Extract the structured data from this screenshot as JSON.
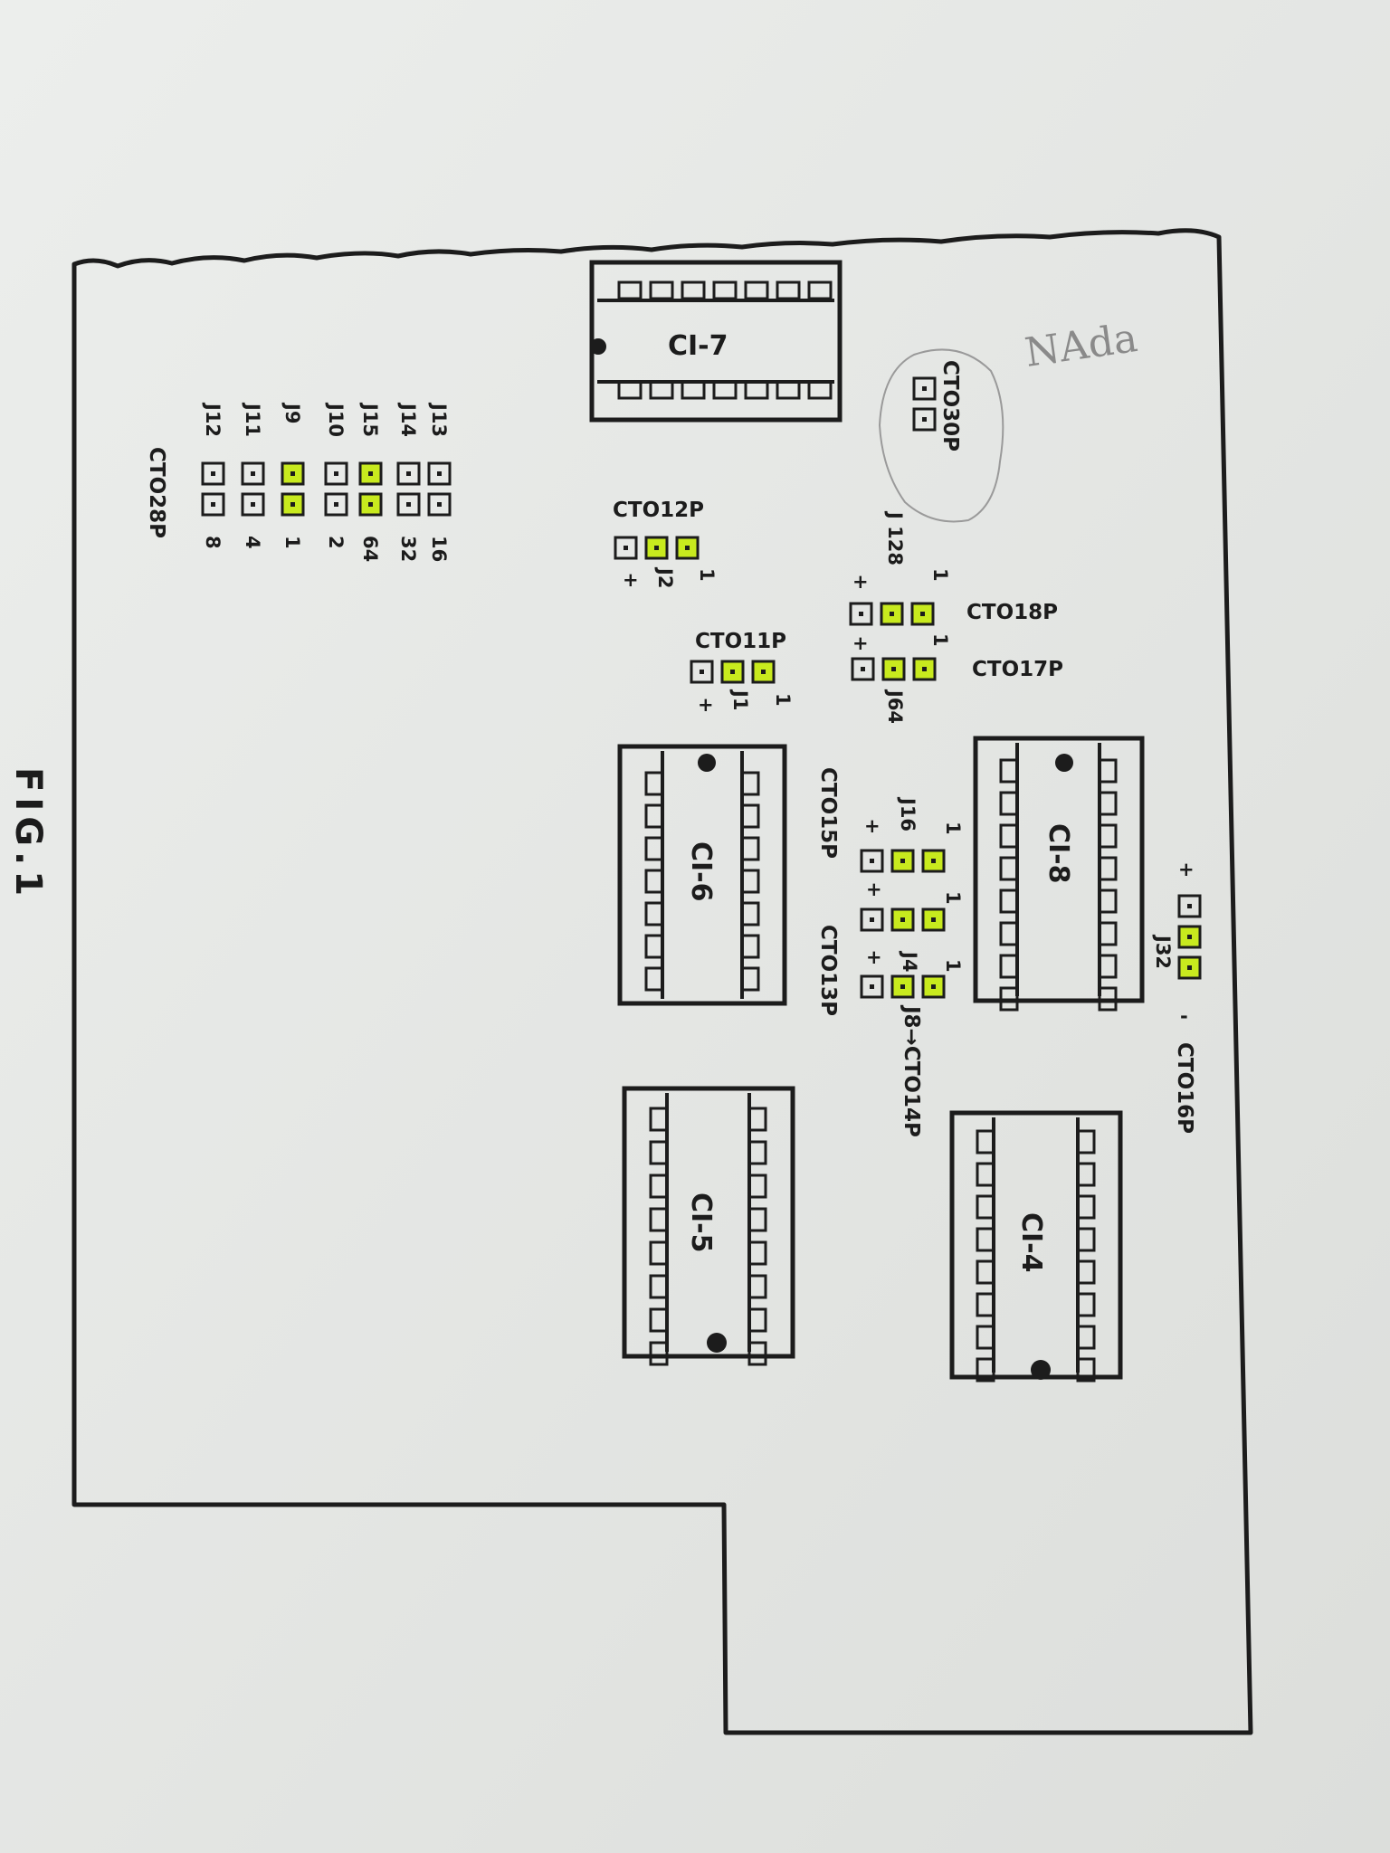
{
  "figure": {
    "label": "FIG.1",
    "note": "NAda"
  },
  "colors": {
    "paper": "#e7e8e6",
    "ink": "#1c1c1c",
    "highlight": "#c8ea1e",
    "pencil": "#8a8a8a"
  },
  "ics": [
    {
      "id": "ci7",
      "label": "CI-7"
    },
    {
      "id": "ci6",
      "label": "CI-6"
    },
    {
      "id": "ci5",
      "label": "CI-5"
    },
    {
      "id": "ci8",
      "label": "CI-8"
    },
    {
      "id": "ci4",
      "label": "CI-4"
    }
  ],
  "connectors": {
    "ct030p": "CTO30P",
    "ct012p": "CTO12P",
    "ct011p": "CTO11P",
    "ct018p": "CTO18P",
    "ct017p": "CTO17P",
    "ct015p": "CTO15P",
    "ct013p": "CTO13P",
    "ct014p": "J8→CTO14P",
    "ct016p": "CTO16P",
    "ct028p": "CTO28P"
  },
  "jumpers": {
    "j2": "J2",
    "j1": "J1",
    "j128": "J 128",
    "j64": "J64",
    "j16": "J16",
    "j4": "J4",
    "j32": "J32"
  },
  "jumper_block": {
    "rows": [
      {
        "name": "J13",
        "value": "16",
        "highlighted": false
      },
      {
        "name": "J14",
        "value": "32",
        "highlighted": false
      },
      {
        "name": "J15",
        "value": "64",
        "highlighted": true
      },
      {
        "name": "J10",
        "value": "2",
        "highlighted": false
      },
      {
        "name": "J9",
        "value": "1",
        "highlighted": true
      },
      {
        "name": "J11",
        "value": "4",
        "highlighted": false
      },
      {
        "name": "J12",
        "value": "8",
        "highlighted": false
      }
    ]
  },
  "signs": {
    "plus": "+",
    "minus": "-",
    "one": "1"
  }
}
